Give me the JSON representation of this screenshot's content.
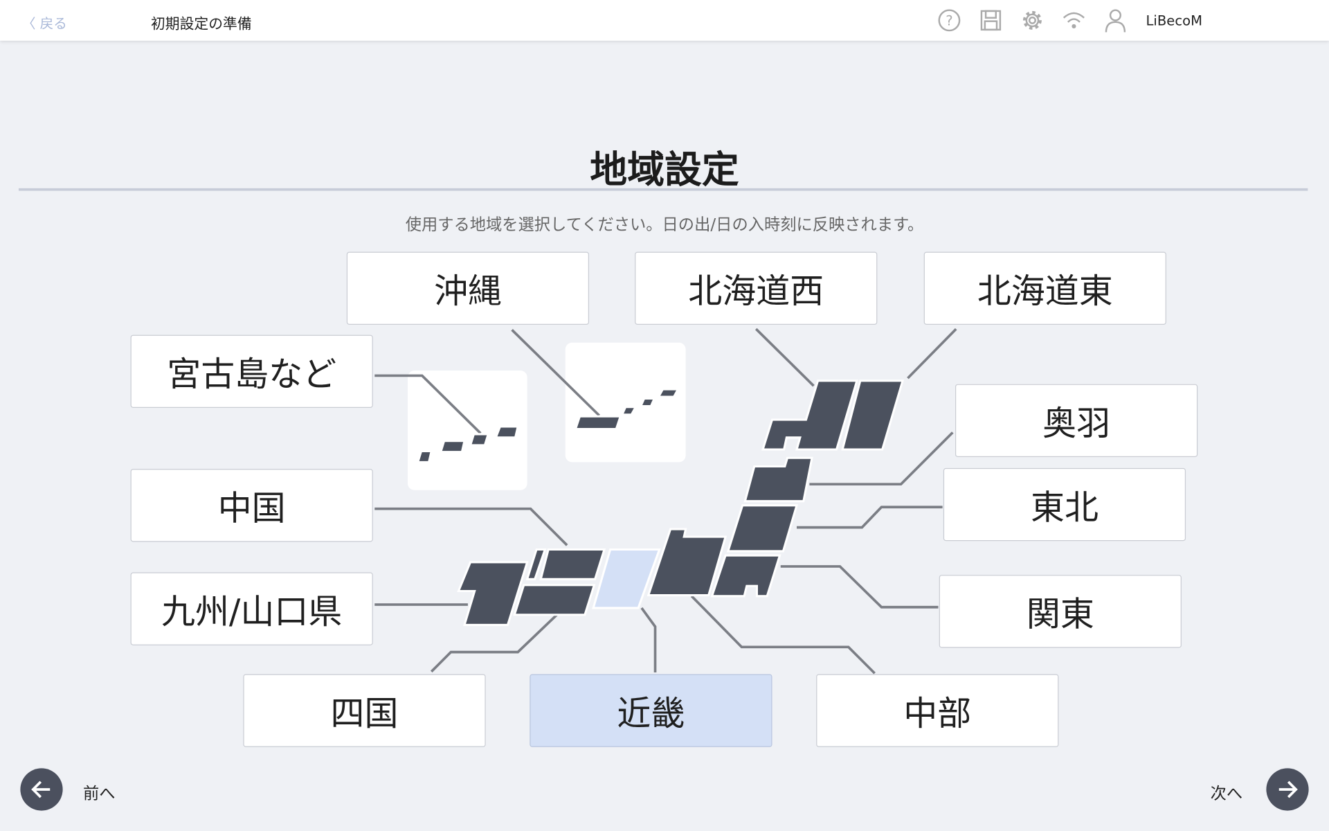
{
  "header": {
    "back_label": "戻る",
    "title": "初期設定の準備",
    "user_name": "LiBecoM",
    "icons": [
      "help-icon",
      "save-icon",
      "settings-icon",
      "wifi-icon",
      "user-icon"
    ]
  },
  "page": {
    "title": "地域設定",
    "subtitle": "使用する地域を選択してください。日の出/日の入時刻に反映されます。"
  },
  "regions": {
    "okinawa": "沖縄",
    "hokkaido_west": "北海道西",
    "hokkaido_east": "北海道東",
    "miyako": "宮古島など",
    "ou": "奥羽",
    "chugoku": "中国",
    "tohoku": "東北",
    "kyushu": "九州/山口県",
    "kanto": "関東",
    "shikoku": "四国",
    "kinki": "近畿",
    "chubu": "中部"
  },
  "selected_region": "近畿",
  "colors": {
    "selected": "#d4e0f6",
    "map_fill": "#4b515e",
    "accent": "#a9b8d8"
  },
  "footer": {
    "prev_label": "前へ",
    "next_label": "次へ"
  }
}
